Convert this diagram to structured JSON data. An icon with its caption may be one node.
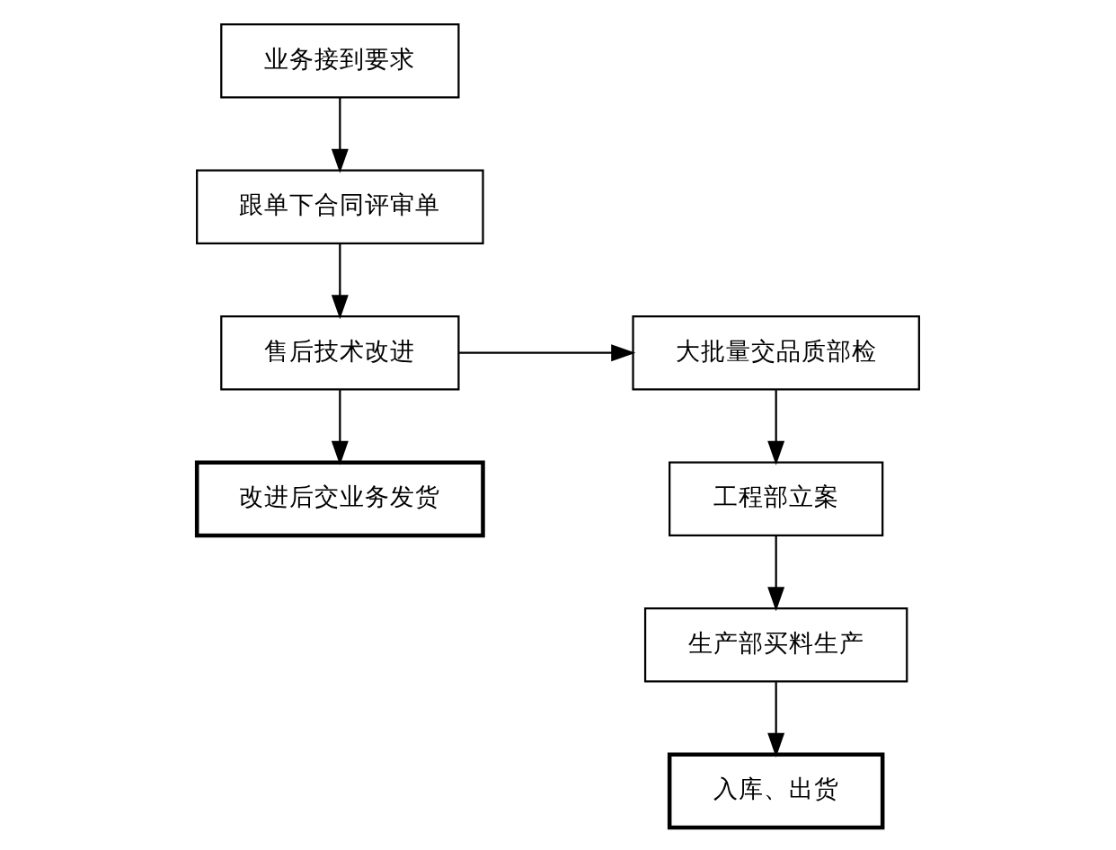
{
  "diagram": {
    "nodes": [
      {
        "text": [
          "业务接到要求"
        ]
      },
      {
        "text": [
          "跟单下合同评审单"
        ]
      },
      {
        "text": [
          "售后技术改进"
        ]
      },
      {
        "text": [
          "改进后交业务发货"
        ]
      },
      {
        "text": [
          "大批量交品质部检"
        ]
      },
      {
        "text": [
          "工程部立案"
        ]
      },
      {
        "text": [
          "生产部买料生产"
        ]
      },
      {
        "text": [
          "入库、出货"
        ]
      }
    ],
    "edges": [
      {
        "from": 0,
        "to": 1,
        "arrow": "to"
      },
      {
        "from": 1,
        "to": 2,
        "arrow": "to"
      },
      {
        "from": 2,
        "to": 3,
        "arrow": "to"
      },
      {
        "from": 2,
        "to": 4,
        "arrow": "to"
      },
      {
        "from": 4,
        "to": 5,
        "arrow": "to"
      },
      {
        "from": 5,
        "to": 6,
        "arrow": "to"
      },
      {
        "from": 6,
        "to": 7,
        "arrow": "to"
      }
    ]
  }
}
